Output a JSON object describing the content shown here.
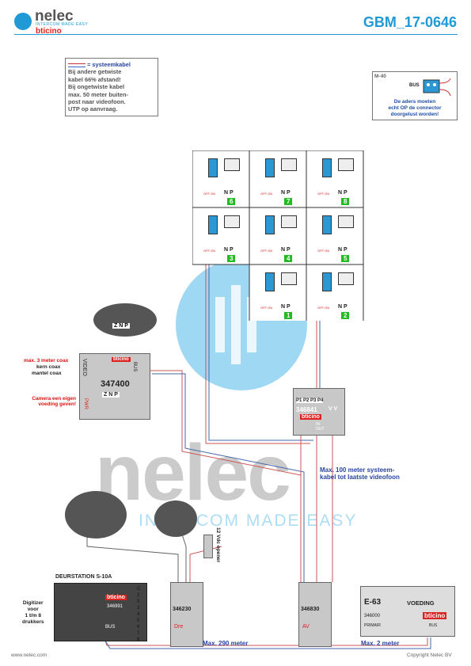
{
  "header": {
    "brand": "nelec",
    "brand_sub": "INTERCOM MADE EASY",
    "brand_bticino": "bticino",
    "doc_number": "GBM_17-0646"
  },
  "note": {
    "legend": "= systeemkabel",
    "lines": [
      "Bij andere getwiste",
      "kabel 66% afstand!",
      "Bij ongetwiste kabel",
      "max. 50 meter buiten-",
      "post naar videofoon.",
      "UTP op aanvraag."
    ]
  },
  "m40": {
    "title": "M-40",
    "bus": "BUS",
    "lines": [
      "De aders moeten",
      "echt OP de connector",
      "doorgelust worden!"
    ]
  },
  "monitors": {
    "top_labels": [
      "N",
      "P"
    ],
    "off_on": "OFF ON",
    "numbers": [
      "6",
      "7",
      "8",
      "3",
      "4",
      "5",
      "1",
      "2"
    ]
  },
  "camera_module": {
    "camera_note": [
      "max. 3 meter coax",
      "kern coax",
      "mantel coax"
    ],
    "camera_power": [
      "Camera een eigen",
      "voeding geven!"
    ],
    "video": "VIDEO",
    "bus_label": "BUS",
    "brand": "bticino",
    "code": "347400",
    "terminals": "Z N P",
    "pwr": "PWR"
  },
  "switch": {
    "code": "346841",
    "ports": "P1 P2 P3 P4",
    "vv": "V V",
    "brand": "bticino",
    "in": "IN",
    "out": "OUT"
  },
  "notes": {
    "max100": [
      "Max. 100 meter systeem-",
      "kabel tot laatste videofoon"
    ],
    "opener": "12 Vdc opener",
    "max290": "Max. 290 meter",
    "max2": "Max. 2 meter"
  },
  "deurstation": {
    "title": "DEURSTATION S-10A",
    "brand": "bticino",
    "code": "346991",
    "bus": "BUS",
    "digitizer": [
      "Digitizer",
      "voor",
      "1 t/m 8",
      "drukkers"
    ],
    "numbers": [
      "C",
      "1",
      "2",
      "3",
      "4",
      "5",
      "6",
      "7",
      "8"
    ]
  },
  "relay": {
    "code": "346230",
    "label": "Dre"
  },
  "av": {
    "code": "346830",
    "label": "AV"
  },
  "power": {
    "code": "E-63",
    "voeding": "VOEDING",
    "part": "346000",
    "brand": "bticino",
    "primair": "PRIMAIR",
    "bus": "BUS"
  },
  "footer": {
    "left": "www.nelec.com",
    "right": "Copyright Nelec BV"
  },
  "watermark": {
    "word": "nelec",
    "tagline": "INTERCOM MADE EASY"
  }
}
